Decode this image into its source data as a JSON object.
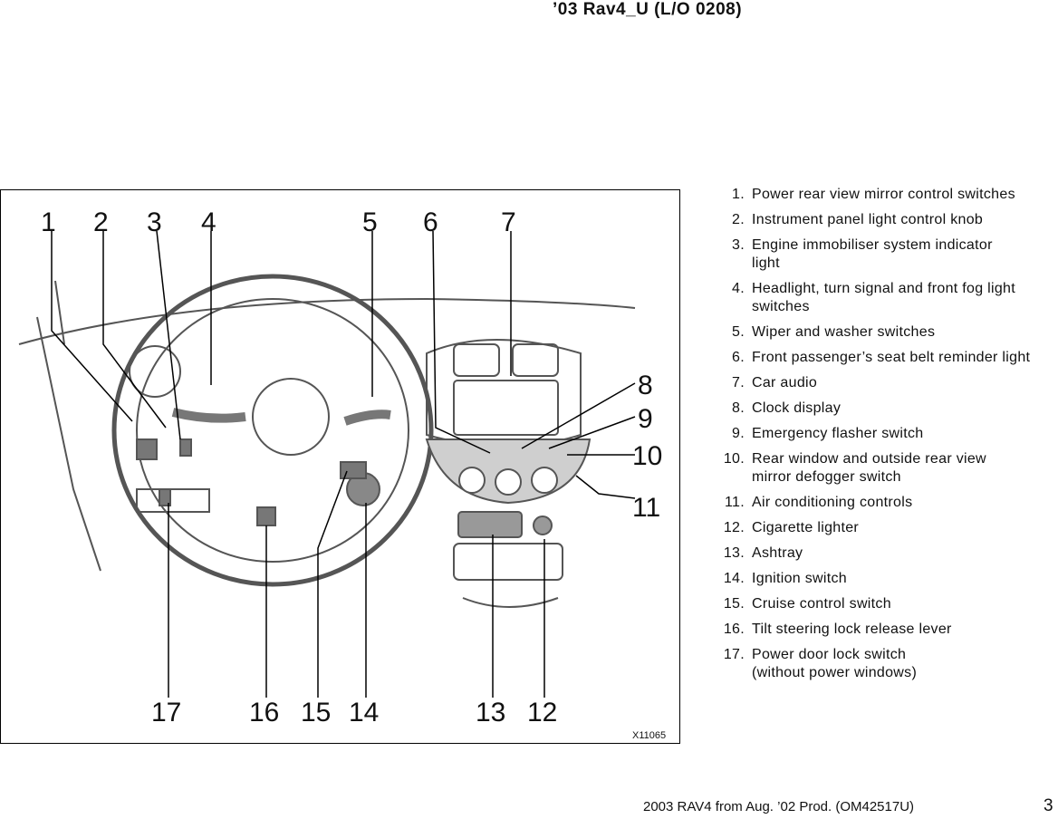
{
  "header": {
    "title": "’03 Rav4_U (L/O 0208)"
  },
  "figure": {
    "callout_numbers": [
      "1",
      "2",
      "3",
      "4",
      "5",
      "6",
      "7",
      "8",
      "9",
      "10",
      "11",
      "17",
      "16",
      "15",
      "14",
      "13",
      "12"
    ],
    "image_code": "X11065"
  },
  "legend": [
    {
      "num": "1.",
      "text": "Power rear view mirror control switches"
    },
    {
      "num": "2.",
      "text": "Instrument panel light control knob"
    },
    {
      "num": "3.",
      "text": "Engine immobiliser system indicator light"
    },
    {
      "num": "4.",
      "text": "Headlight, turn signal and front fog light switches"
    },
    {
      "num": "5.",
      "text": "Wiper and washer switches"
    },
    {
      "num": "6.",
      "text": "Front passenger’s seat belt reminder light"
    },
    {
      "num": "7.",
      "text": "Car audio"
    },
    {
      "num": "8.",
      "text": "Clock display"
    },
    {
      "num": "9.",
      "text": "Emergency flasher switch"
    },
    {
      "num": "10.",
      "text": "Rear window and outside rear view mirror defogger switch"
    },
    {
      "num": "11.",
      "text": "Air conditioning controls"
    },
    {
      "num": "12.",
      "text": "Cigarette lighter"
    },
    {
      "num": "13.",
      "text": "Ashtray"
    },
    {
      "num": "14.",
      "text": "Ignition switch"
    },
    {
      "num": "15.",
      "text": "Cruise control switch"
    },
    {
      "num": "16.",
      "text": "Tilt steering lock release lever"
    },
    {
      "num": "17.",
      "text": "Power door lock switch (without power windows)"
    }
  ],
  "footer": {
    "text": "2003 RAV4 from Aug. ’02 Prod. (OM42517U)",
    "page_number": "3"
  }
}
